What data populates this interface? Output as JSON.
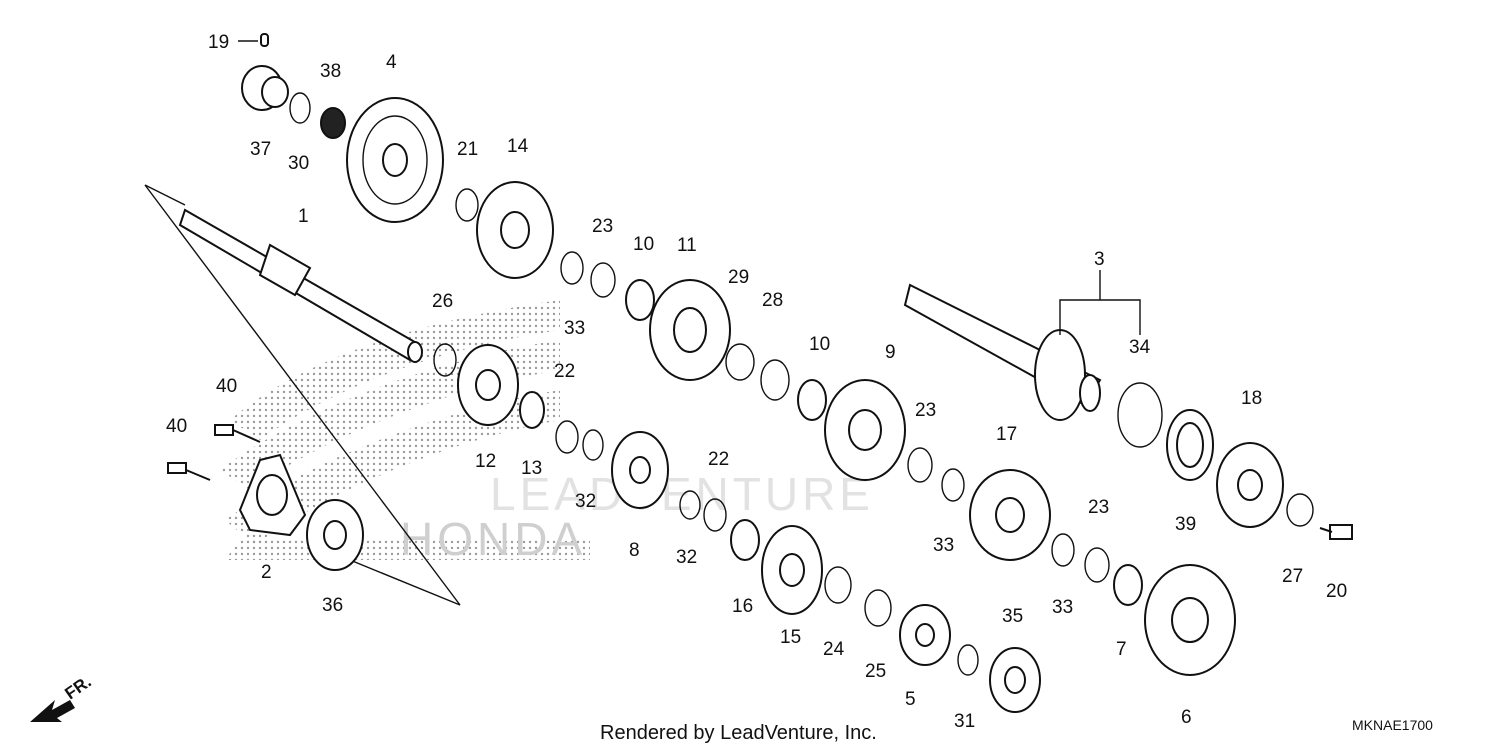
{
  "diagram": {
    "part_labels": [
      "1",
      "2",
      "3",
      "4",
      "5",
      "6",
      "7",
      "8",
      "9",
      "10",
      "10",
      "11",
      "12",
      "13",
      "14",
      "15",
      "16",
      "17",
      "18",
      "19",
      "20",
      "21",
      "22",
      "22",
      "23",
      "23",
      "23",
      "24",
      "25",
      "26",
      "27",
      "28",
      "29",
      "30",
      "31",
      "32",
      "32",
      "33",
      "33",
      "33",
      "34",
      "35",
      "36",
      "37",
      "38",
      "39",
      "40",
      "40"
    ],
    "watermark": "LEADVENTURE",
    "logo_text": "HONDA",
    "footer": "Rendered by LeadVenture, Inc.",
    "diagram_code": "MKNAE1700",
    "direction_label": "FR."
  }
}
